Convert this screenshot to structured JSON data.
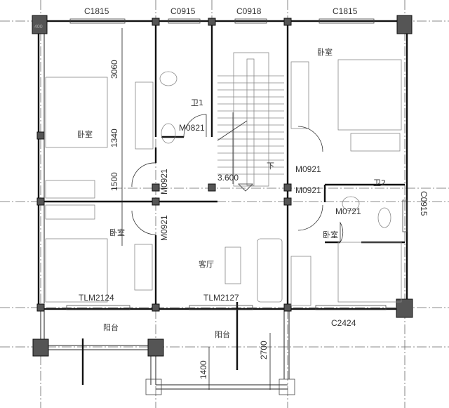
{
  "plan": {
    "windows": {
      "w1": "C1815",
      "w2": "C0915",
      "w3": "C0918",
      "w4": "C1815",
      "w5": "C0915",
      "w6": "C2424"
    },
    "doors": {
      "d1": "M0821",
      "d2": "M0921",
      "d3": "M0921",
      "d4": "M0921",
      "d5": "M0921",
      "d6": "M0721",
      "s1": "TLM2124",
      "s2": "TLM2127"
    },
    "rooms": {
      "bedroom_nw": "卧室",
      "bedroom_ne": "卧室",
      "bedroom_sw": "卧室",
      "bedroom_se": "卧室",
      "bath1": "卫1",
      "bath2": "卫2",
      "living": "客厅",
      "balcony1": "阳台",
      "balcony2": "阳台"
    },
    "dimensions": {
      "d3060": "3060",
      "d1340": "1340",
      "d1500": "1500",
      "d2700": "2700",
      "d1400": "1400"
    },
    "elevation": "3.600",
    "stair_down": "下",
    "column_tag": "400"
  }
}
